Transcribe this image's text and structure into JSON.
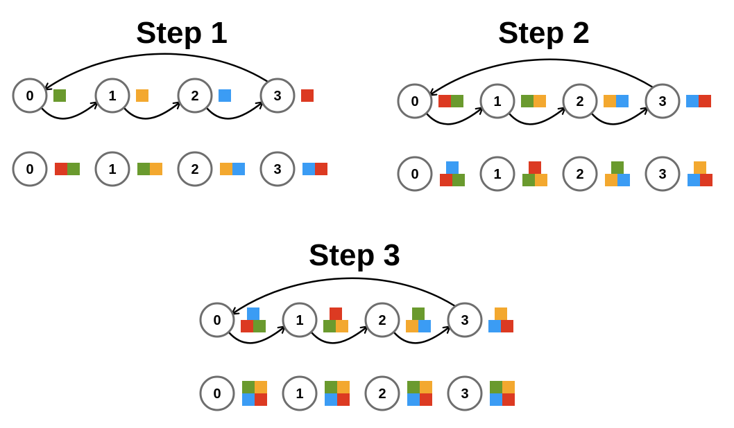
{
  "colors": {
    "green": "#6a9a2e",
    "orange": "#f3a82f",
    "blue": "#3b9cf4",
    "red": "#dc3a22"
  },
  "steps": [
    {
      "title": "Step 1",
      "node_labels": [
        "0",
        "1",
        "2",
        "3"
      ],
      "sending": [
        [
          "green"
        ],
        [
          "orange"
        ],
        [
          "blue"
        ],
        [
          "red"
        ]
      ],
      "received": [
        [
          "red",
          "green"
        ],
        [
          "green",
          "orange"
        ],
        [
          "orange",
          "blue"
        ],
        [
          "blue",
          "red"
        ]
      ]
    },
    {
      "title": "Step 2",
      "node_labels": [
        "0",
        "1",
        "2",
        "3"
      ],
      "sending": [
        [
          "red",
          "green"
        ],
        [
          "green",
          "orange"
        ],
        [
          "orange",
          "blue"
        ],
        [
          "blue",
          "red"
        ]
      ],
      "received": [
        {
          "top": [
            "blue"
          ],
          "bottom": [
            "red",
            "green"
          ]
        },
        {
          "top": [
            "red"
          ],
          "bottom": [
            "green",
            "orange"
          ]
        },
        {
          "top": [
            "green"
          ],
          "bottom": [
            "orange",
            "blue"
          ]
        },
        {
          "top": [
            "orange"
          ],
          "bottom": [
            "blue",
            "red"
          ]
        }
      ]
    },
    {
      "title": "Step 3",
      "node_labels": [
        "0",
        "1",
        "2",
        "3"
      ],
      "sending": [
        {
          "top": [
            "blue"
          ],
          "bottom": [
            "red",
            "green"
          ]
        },
        {
          "top": [
            "red"
          ],
          "bottom": [
            "green",
            "orange"
          ]
        },
        {
          "top": [
            "green"
          ],
          "bottom": [
            "orange",
            "blue"
          ]
        },
        {
          "top": [
            "orange"
          ],
          "bottom": [
            "blue",
            "red"
          ]
        }
      ],
      "received": [
        {
          "top": [
            "green",
            "orange"
          ],
          "bottom": [
            "blue",
            "red"
          ]
        },
        {
          "top": [
            "green",
            "orange"
          ],
          "bottom": [
            "blue",
            "red"
          ]
        },
        {
          "top": [
            "green",
            "orange"
          ],
          "bottom": [
            "blue",
            "red"
          ]
        },
        {
          "top": [
            "green",
            "orange"
          ],
          "bottom": [
            "blue",
            "red"
          ]
        }
      ]
    }
  ]
}
